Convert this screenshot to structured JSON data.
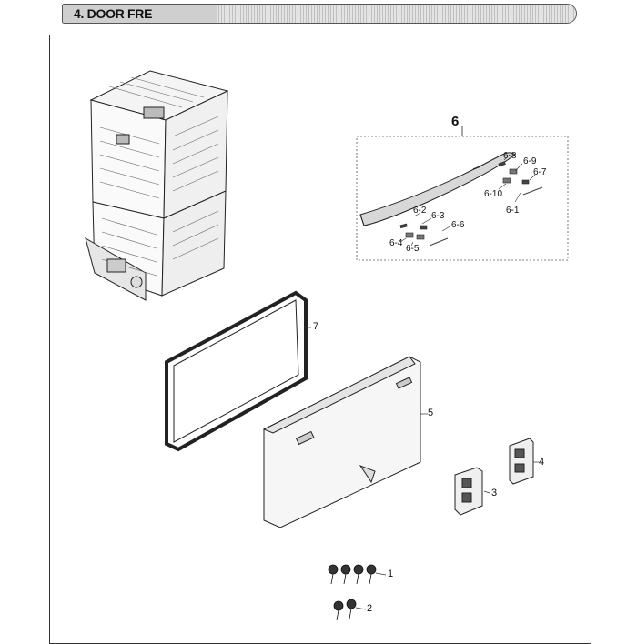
{
  "header": {
    "title": "4. DOOR FRE"
  },
  "callouts": {
    "p6": "6",
    "p6_1": "6-1",
    "p6_2": "6-2",
    "p6_3": "6-3",
    "p6_4": "6-4",
    "p6_5": "6-5",
    "p6_6": "6-6",
    "p6_7": "6-7",
    "p6_8": "6-8",
    "p6_9": "6-9",
    "p6_10": "6-10",
    "p1": "1",
    "p2": "2",
    "p3": "3",
    "p4": "4",
    "p5": "5",
    "p7": "7"
  }
}
